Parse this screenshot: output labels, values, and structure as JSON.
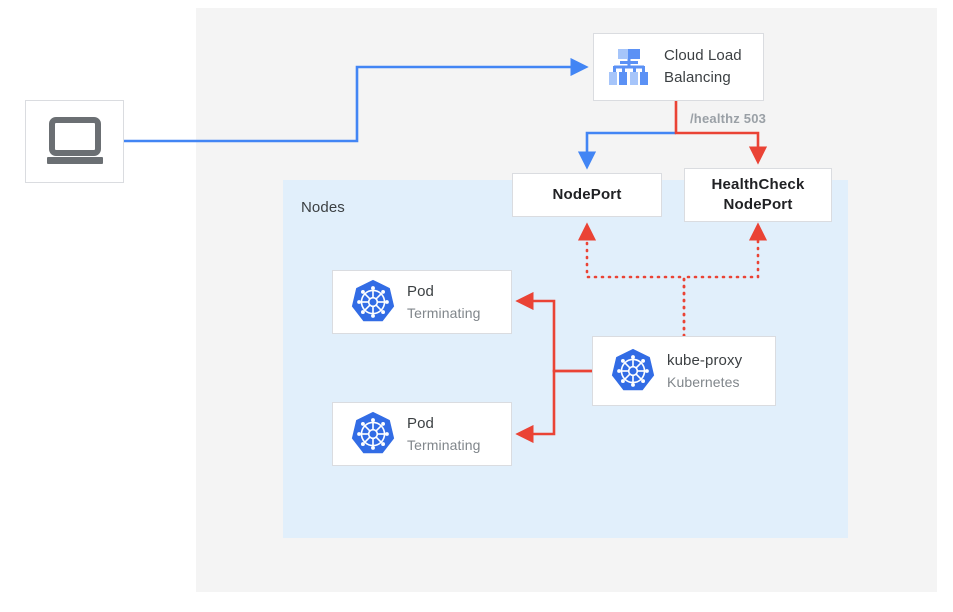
{
  "diagram": {
    "region_label": "Nodes",
    "colors": {
      "blue_flow": "#4285f4",
      "red_flow": "#ea4335",
      "k8s_blue": "#326ce5",
      "panel_gray": "#f4f4f4",
      "nodes_blue": "#e1effb",
      "text_dark": "#202124",
      "text_muted": "#80868b"
    },
    "nodes": {
      "client": {
        "icon": "laptop-icon"
      },
      "cloud_load_balancing": {
        "title": "Cloud Load",
        "title_line2": "Balancing",
        "icon": "cloud-load-balancing-icon"
      },
      "nodeport": {
        "title": "NodePort"
      },
      "healthcheck_nodeport": {
        "title": "HealthCheck",
        "title_line2": "NodePort"
      },
      "pod1": {
        "title": "Pod",
        "subtitle": "Terminating",
        "icon": "kubernetes-icon"
      },
      "pod2": {
        "title": "Pod",
        "subtitle": "Terminating",
        "icon": "kubernetes-icon"
      },
      "kube_proxy": {
        "title": "kube-proxy",
        "subtitle": "Kubernetes",
        "icon": "kubernetes-icon"
      }
    },
    "edges": {
      "healthz_label": "/healthz 503"
    }
  }
}
